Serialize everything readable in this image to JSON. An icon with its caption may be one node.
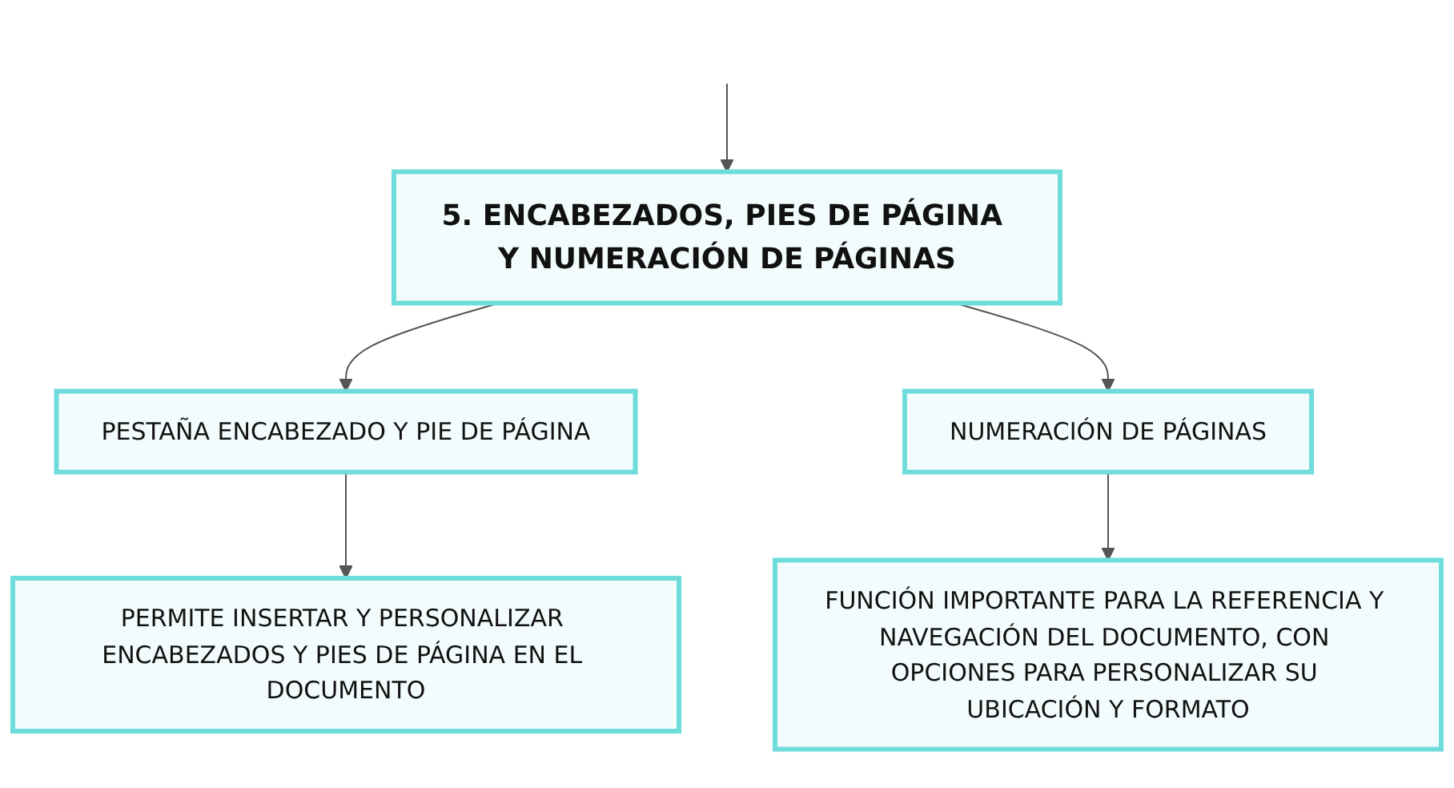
{
  "diagram": {
    "nodes": [
      {
        "text": [
          "5. ENCABEZADOS, PIES DE PÁGINA Y NUMERACIÓN DE PÁGINAS"
        ]
      },
      {
        "text": [
          "PESTAÑA ENCABEZADO Y PIE DE PÁGINA"
        ]
      },
      {
        "text": [
          "NUMERACIÓN DE PÁGINAS"
        ]
      },
      {
        "text": [
          "PERMITE INSERTAR Y PERSONALIZAR ENCABEZADOS Y PIES DE PÁGINA EN EL DOCUMENTO"
        ]
      },
      {
        "text": [
          "FUNCIÓN IMPORTANTE PARA LA REFERENCIA Y NAVEGACIÓN DEL DOCUMENTO, CON OPCIONES PARA PERSONALIZAR SU UBICACIÓN Y FORMATO"
        ]
      }
    ],
    "edges": [
      {
        "from": null,
        "to": 0,
        "arrow": "to"
      },
      {
        "from": 0,
        "to": 1,
        "arrow": "to"
      },
      {
        "from": 0,
        "to": 2,
        "arrow": "to"
      },
      {
        "from": 1,
        "to": 3,
        "arrow": "to"
      },
      {
        "from": 2,
        "to": 4,
        "arrow": "to"
      }
    ]
  }
}
